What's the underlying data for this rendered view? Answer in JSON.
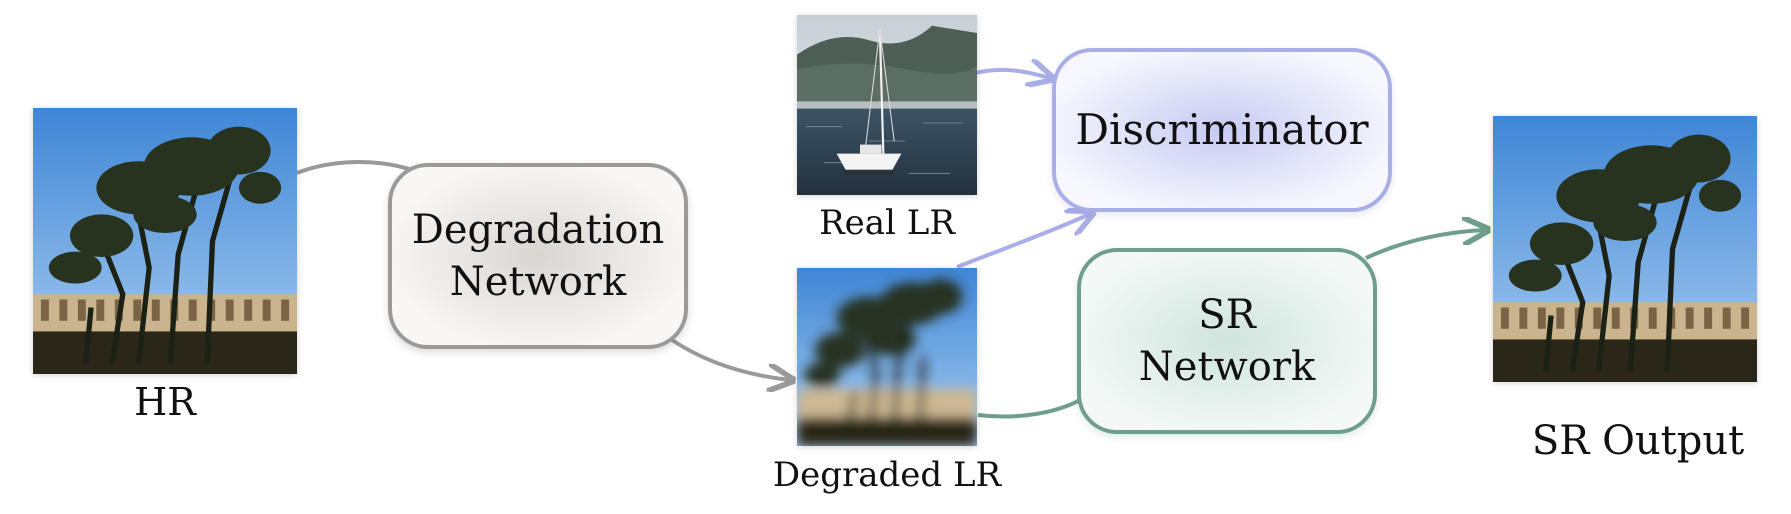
{
  "labels": {
    "hr": "HR",
    "real_lr": "Real LR",
    "degraded_lr": "Degraded LR",
    "sr_output": "SR Output"
  },
  "boxes": {
    "degradation": {
      "line1": "Degradation",
      "line2": "Network"
    },
    "discriminator": {
      "line1": "Discriminator"
    },
    "sr": {
      "line1": "SR",
      "line2": "Network"
    }
  },
  "colors": {
    "degradation_border": "#9a9a9a",
    "degradation_arrow": "#9a9a9a",
    "discriminator_border": "#a9aee6",
    "discriminator_arrow": "#a9aee6",
    "sr_border": "#6f9e8c",
    "sr_arrow": "#6f9e8c"
  },
  "images": {
    "hr": "tree-and-colosseum-photo",
    "real_lr": "sailboat-on-lake-photo",
    "degraded_lr": "blurred-tree-and-colosseum-photo",
    "sr_output": "tree-and-colosseum-photo"
  }
}
